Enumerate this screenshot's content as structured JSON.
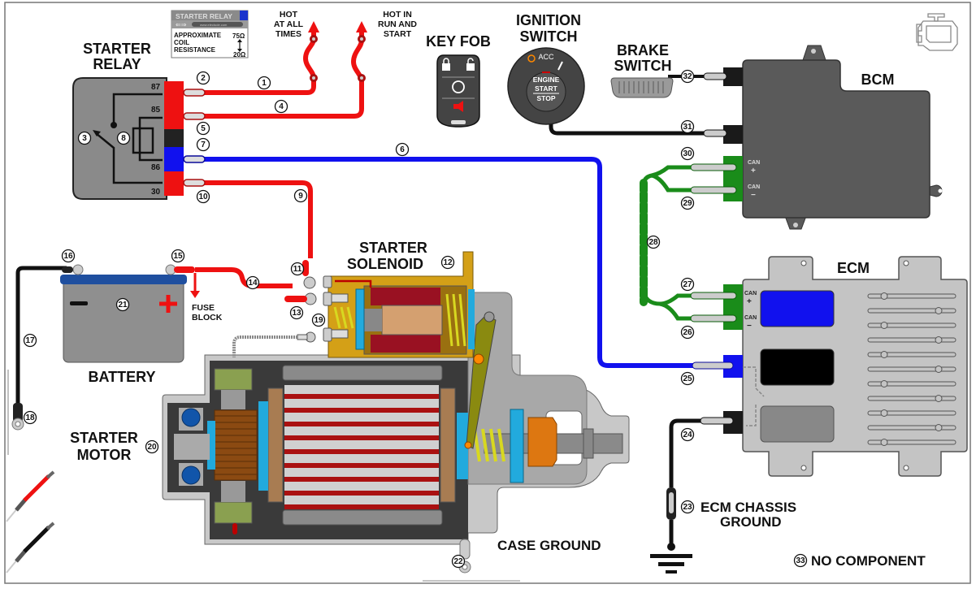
{
  "diagram": {
    "title": "Starter circuit wiring diagram",
    "colors": {
      "power_wire": "#ee1111",
      "trigger_wire": "#1111ee",
      "ground_wire": "#111111",
      "can_wire": "#1a8c1a",
      "component_gray": "#5a5a5a",
      "ecm_gray": "#c4c4c4",
      "solenoid_gold": "#d4a017"
    },
    "relay_info_card": {
      "header": "STARTER RELAY",
      "subheader": "www.electude.com",
      "line1": "APPROXIMATE",
      "line2": "COIL",
      "line3": "RESISTANCE",
      "max_value": "75Ω",
      "min_value": "20Ω"
    },
    "components": {
      "starter_relay": {
        "label_line1": "STARTER",
        "label_line2": "RELAY",
        "pins": [
          "87",
          "85",
          "86",
          "30"
        ]
      },
      "hot_at_all_times": {
        "line1": "HOT",
        "line2": "AT ALL",
        "line3": "TIMES"
      },
      "hot_in_run_start": {
        "line1": "HOT IN",
        "line2": "RUN AND",
        "line3": "START"
      },
      "key_fob": {
        "label": "KEY FOB"
      },
      "ignition_switch": {
        "label_line1": "IGNITION",
        "label_line2": "SWITCH",
        "acc": "ACC",
        "btn1": "ENGINE",
        "btn2": "START",
        "btn3": "STOP"
      },
      "brake_switch": {
        "label_line1": "BRAKE",
        "label_line2": "SWITCH"
      },
      "bcm": {
        "label": "BCM",
        "can_plus": "CAN",
        "can_minus": "CAN",
        "plus": "+",
        "minus": "−"
      },
      "ecm": {
        "label": "ECM",
        "can_plus": "CAN",
        "can_minus": "CAN",
        "plus": "+",
        "minus": "−"
      },
      "starter_solenoid": {
        "label_line1": "STARTER",
        "label_line2": "SOLENOID"
      },
      "battery": {
        "label": "BATTERY",
        "minus": "−",
        "plus": "+"
      },
      "fuse_block": {
        "line1": "FUSE",
        "line2": "BLOCK"
      },
      "starter_motor": {
        "label_line1": "STARTER",
        "label_line2": "MOTOR"
      },
      "case_ground": {
        "label": "CASE GROUND"
      },
      "ecm_chassis_ground": {
        "line1": "ECM CHASSIS",
        "line2": "GROUND"
      },
      "no_component": {
        "label": "NO COMPONENT"
      }
    },
    "callouts": [
      "1",
      "2",
      "3",
      "4",
      "5",
      "6",
      "7",
      "8",
      "9",
      "10",
      "11",
      "12",
      "13",
      "14",
      "15",
      "16",
      "17",
      "18",
      "19",
      "20",
      "21",
      "22",
      "23",
      "24",
      "25",
      "26",
      "27",
      "28",
      "29",
      "30",
      "31",
      "32",
      "33"
    ]
  }
}
